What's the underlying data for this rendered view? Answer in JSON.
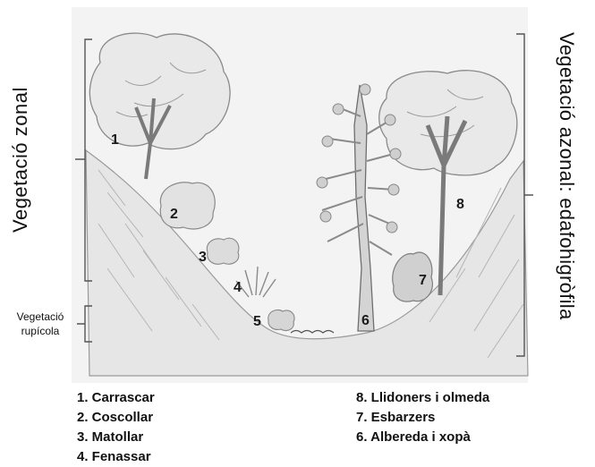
{
  "labels": {
    "zonal": "Vegetació zonal",
    "azonal": "Vegetació azonal: edafohigròfila",
    "rupicola_line1": "Vegetació",
    "rupicola_line2": "rupícola"
  },
  "numbers": {
    "n1": "1",
    "n2": "2",
    "n3": "3",
    "n4": "4",
    "n5": "5",
    "n6": "6",
    "n7": "7",
    "n8": "8"
  },
  "legend_left": [
    "1. Carrascar",
    "2. Coscollar",
    "3. Matollar",
    "4. Fenassar"
  ],
  "legend_right": [
    "8. Llidoners i olmeda",
    "7. Esbarzers",
    "6. Albereda i xopà"
  ]
}
